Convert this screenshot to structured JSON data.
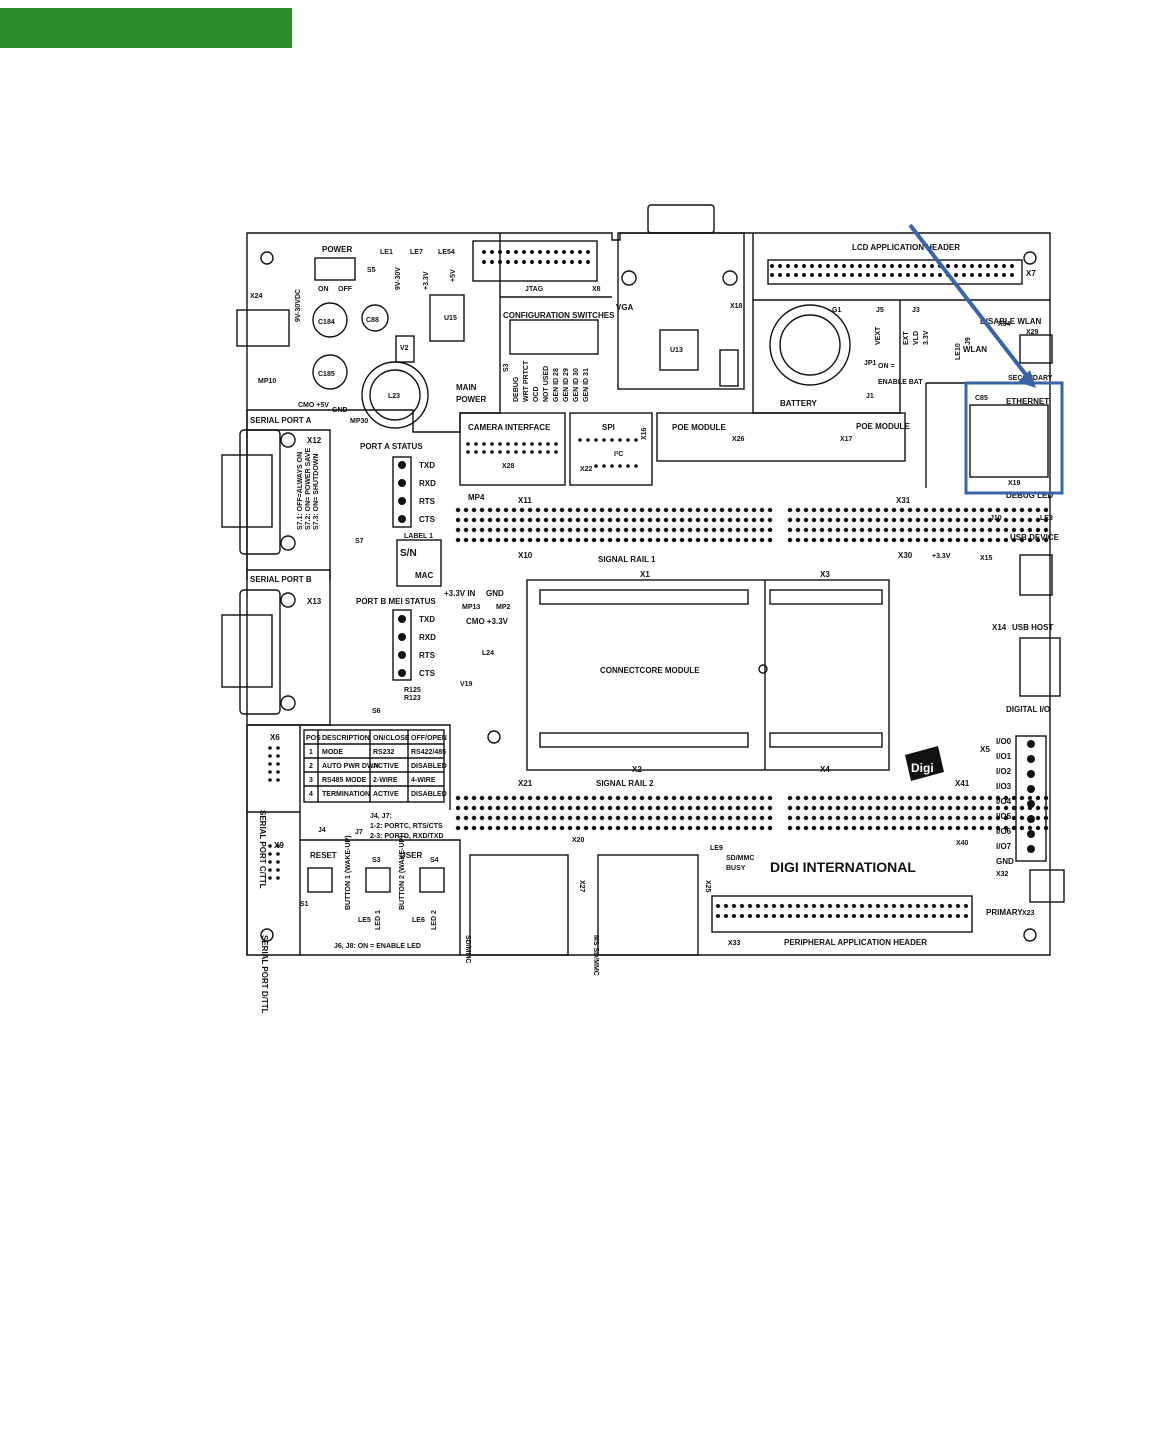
{
  "colors": {
    "banner": "#2a8a2a",
    "highlight": "#3b63a8",
    "outline": "#111111"
  },
  "labels": {
    "power": "POWER",
    "on": "ON",
    "off": "OFF",
    "le1": "LE1",
    "le7": "LE7",
    "le54": "LE54",
    "v9_30": "9V-30V",
    "v33": "+3.3V",
    "v5": "+5V",
    "s5": "S5",
    "x24": "X24",
    "vdc": "9V-30VDC",
    "c184": "C184",
    "c88": "C88",
    "u15": "U15",
    "v2": "V2",
    "c185": "C185",
    "l23": "L23",
    "mp10": "MP10",
    "cmo5": "CMO +5V",
    "gnd": "GND",
    "mp30": "MP30",
    "main_power": "MAIN",
    "main_power2": "POWER",
    "jtag": "JTAG",
    "x8": "X8",
    "vga": "VGA",
    "x18": "X18",
    "u13": "U13",
    "config": "CONFIGURATION SWITCHES",
    "s3": "S3",
    "cfg_labels": [
      "DEBUG",
      "WRT PRTCT",
      "OCD",
      "NOT USED",
      "GEN ID 28",
      "GEN ID 29",
      "GEN ID 30",
      "GEN ID 31"
    ],
    "lcd": "LCD APPLICATION HEADER",
    "x7": "X7",
    "g1": "G1",
    "battery": "BATTERY",
    "j5": "J5",
    "j3": "J3",
    "vext": "VEXT",
    "ext": "EXT",
    "vld": "VLD",
    "v33b": "3.3V",
    "jp1": "JP1",
    "on_enable": "ON =",
    "enable_bat": "ENABLE BAT",
    "j1": "J1",
    "disable_wlan": "DISABLE WLAN",
    "j9": "J9",
    "le10": "LE10",
    "wlan": "WLAN",
    "x34": "X34",
    "x29": "X29",
    "secondary": "SECONDARY",
    "c85": "C85",
    "ethernet": "ETHERNET",
    "x19": "X19",
    "serial_a": "SERIAL PORT A",
    "x12": "X12",
    "port_a_status": "PORT A STATUS",
    "txd": "TXD",
    "rxd": "RXD",
    "rts": "RTS",
    "cts": "CTS",
    "s7_1": "S7.1: OFF=ALWAYS ON",
    "s7_2": "S7.2: ON= POWER SAVE",
    "s7_3": "S7.3: ON= SHUTDOWN",
    "camera": "CAMERA INTERFACE",
    "x28": "X28",
    "spi": "SPI",
    "x16": "X16",
    "i2c": "I²C",
    "x22": "X22",
    "poe": "POE MODULE",
    "x26": "X26",
    "poe2": "POE MODULE",
    "x17": "X17",
    "mp4": "MP4",
    "x11": "X11",
    "x10": "X10",
    "signal_rail_1": "SIGNAL RAIL 1",
    "x31": "X31",
    "x30": "X30",
    "debug_led": "DEBUG LED",
    "j10": "J10",
    "le3": "LE3",
    "v33c": "+3.3V",
    "s7": "S7",
    "label1": "LABEL 1",
    "sn": "S/N",
    "mac": "MAC",
    "serial_b": "SERIAL PORT B",
    "x13": "X13",
    "port_b_status": "PORT B MEI STATUS",
    "v33in": "+3.3V IN",
    "gnd2": "GND",
    "mp13": "MP13",
    "mp2": "MP2",
    "cmo33": "CMO +3.3V",
    "l24": "L24",
    "v19": "V19",
    "x1": "X1",
    "x3": "X3",
    "connectcore": "CONNECTCORE MODULE",
    "x2": "X2",
    "x4": "X4",
    "usb_device": "USB DEVICE",
    "x15": "X15",
    "x14": "X14",
    "usb_host": "USB HOST",
    "digital_io": "DIGITAL I/O",
    "x5": "X5",
    "io": [
      "I/O0",
      "I/O1",
      "I/O2",
      "I/O3",
      "I/O4",
      "I/O5",
      "I/O6",
      "I/O7",
      "GND"
    ],
    "s6": "S6",
    "r125": "R125",
    "r123": "R123",
    "x6": "X6",
    "serial_c": "SERIAL PORT C/TTL",
    "x9": "X9",
    "serial_d": "SERIAL PORT D/TTL",
    "table_head": [
      "POS",
      "DESCRIPTION",
      "ON/CLOSE",
      "OFF/OPEN"
    ],
    "table_rows": [
      [
        "1",
        "MODE",
        "RS232",
        "RS422/485"
      ],
      [
        "2",
        "AUTO PWR DWN",
        "ACTIVE",
        "DISABLED"
      ],
      [
        "3",
        "RS485 MODE",
        "2-WIRE",
        "4-WIRE"
      ],
      [
        "4",
        "TERMINATION",
        "ACTIVE",
        "DISABLED"
      ]
    ],
    "j4j7": "J4, J7:",
    "j4j7_1": "1-2: PORTC, RTS/CTS",
    "j4j7_2": "2-3: PORTD, RXD/TXD",
    "j4": "J4",
    "j7": "J7",
    "x21": "X21",
    "signal_rail_2": "SIGNAL RAIL 2",
    "x41": "X41",
    "x20": "X20",
    "x40": "X40",
    "reset": "RESET",
    "user": "USER",
    "s1": "S1",
    "s3b": "S3",
    "s4": "S4",
    "button1": "BUTTON 1 (WAKE-UP)",
    "button2": "BUTTON 2 (WAKE-UP)",
    "le5": "LE5",
    "le6": "LE6",
    "led1": "LED 1",
    "led2": "LED 2",
    "j6j8": "J6, J8: ON = ENABLE LED",
    "sdmmc": "SD/MMC",
    "x27": "X27",
    "ms_sdmmc": "MS SD/MMC",
    "x25": "X25",
    "le9": "LE9",
    "sdmmc_busy": "SD/MMC",
    "busy": "BUSY",
    "digi_intl": "DIGI INTERNATIONAL",
    "digi": "Digi",
    "x32": "X32",
    "primary": "PRIMARY",
    "x23": "X23",
    "x33": "X33",
    "peripheral": "PERIPHERAL APPLICATION HEADER"
  }
}
